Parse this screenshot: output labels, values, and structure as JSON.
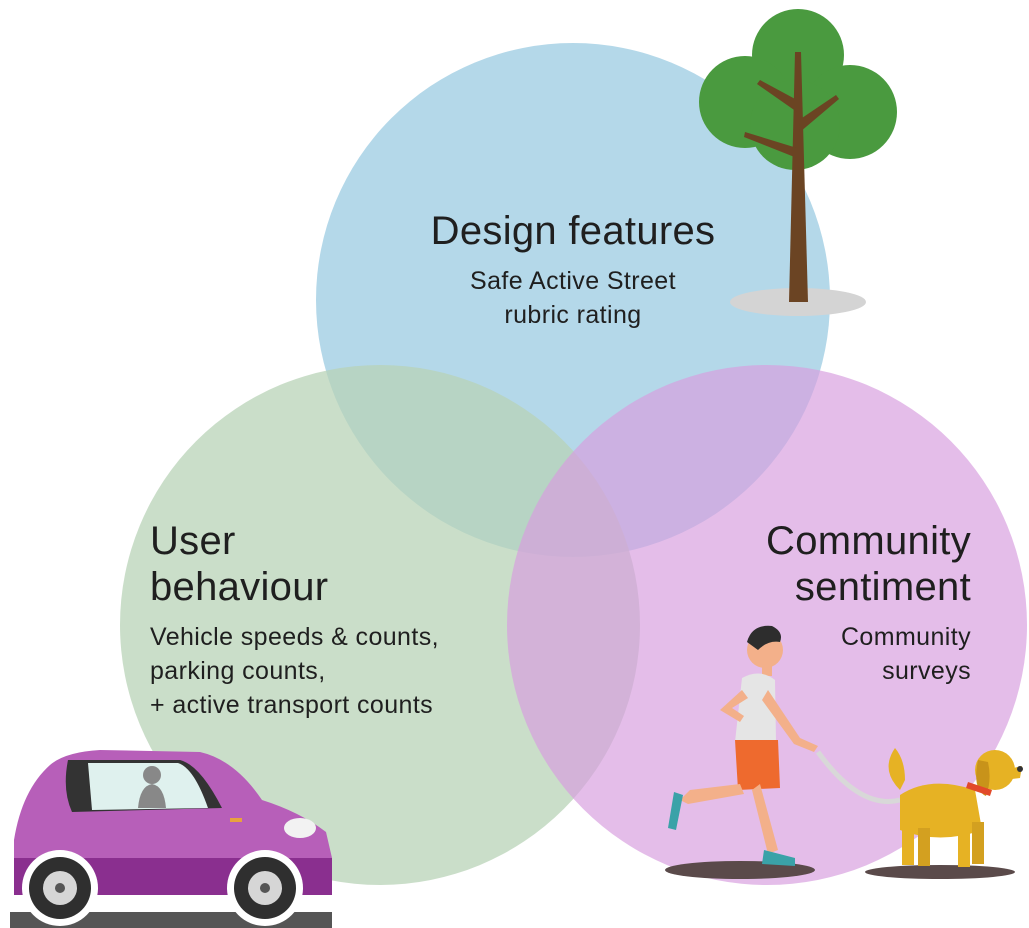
{
  "circles": {
    "design": {
      "title": "Design features",
      "lines": [
        "Safe Active Street",
        "rubric rating"
      ],
      "color": "#9fcde3"
    },
    "user": {
      "title_lines": [
        "User",
        "behaviour"
      ],
      "lines": [
        "Vehicle speeds & counts,",
        "parking counts,",
        "+ active transport counts"
      ],
      "color": "#b7d3b7"
    },
    "community": {
      "title_lines": [
        "Community",
        "sentiment"
      ],
      "lines": [
        "Community",
        "surveys"
      ],
      "color": "#dca8e2"
    }
  },
  "illustrations": [
    "tree-icon",
    "car-icon",
    "runner-icon",
    "dog-icon"
  ]
}
